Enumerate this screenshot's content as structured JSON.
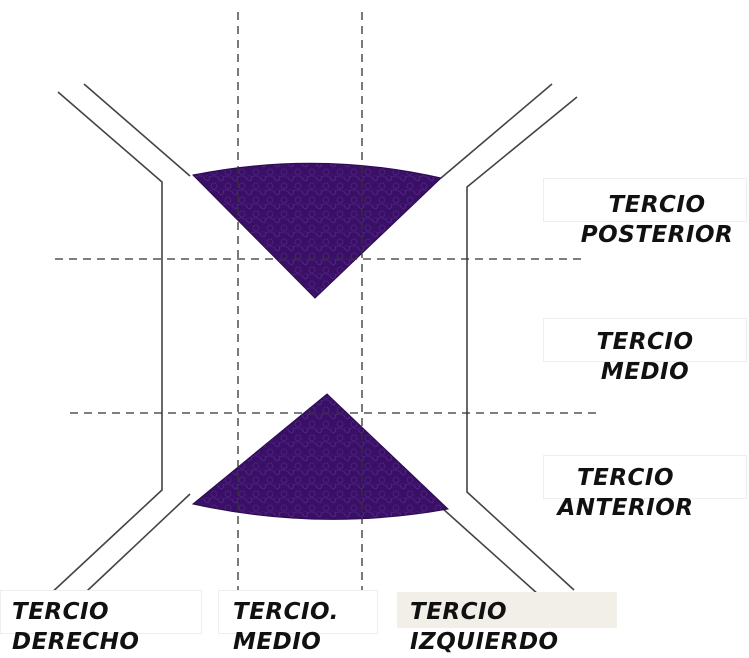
{
  "labels": {
    "posterior": [
      "TERCIO",
      "POSTERIOR"
    ],
    "medio_vertical": [
      "TERCIO",
      "MEDIO"
    ],
    "anterior": [
      "TERCIO",
      "ANTERIOR"
    ],
    "derecho": [
      "TERCIO",
      "DERECHO"
    ],
    "medio_horizontal": [
      "TERCIO.",
      "MEDIO"
    ],
    "izquierdo": [
      "TERCIO",
      "IZQUIERDO"
    ]
  },
  "colors": {
    "tissue_fill": "#3a1066",
    "tissue_texture": "#5a2a90",
    "outline": "#444444",
    "dashed_line": "#333333",
    "text": "#111111",
    "label_shade": "#f1efe7"
  }
}
